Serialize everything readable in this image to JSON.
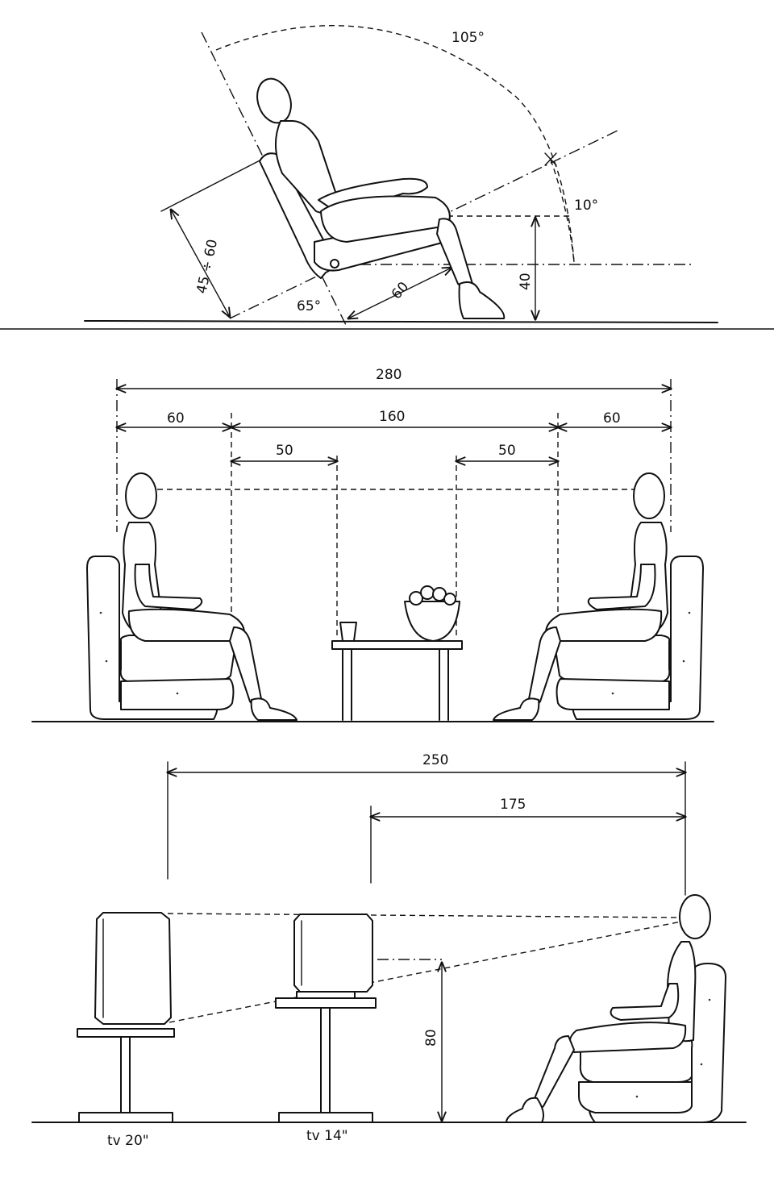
{
  "panel_top": {
    "angle_back": "105°",
    "angle_seat": "10°",
    "angle_floor": "65°",
    "backrest_height": "45 ÷ 60",
    "seat_depth": "60",
    "seat_height": "40"
  },
  "panel_middle": {
    "overall_width": "280",
    "left_zone": "60",
    "center_zone": "160",
    "right_zone": "60",
    "left_reach": "50",
    "right_reach": "50"
  },
  "panel_bottom": {
    "distance_far": "250",
    "distance_near": "175",
    "tv_height": "80",
    "tv_large_label": "tv 20\"",
    "tv_small_label": "tv 14\""
  }
}
